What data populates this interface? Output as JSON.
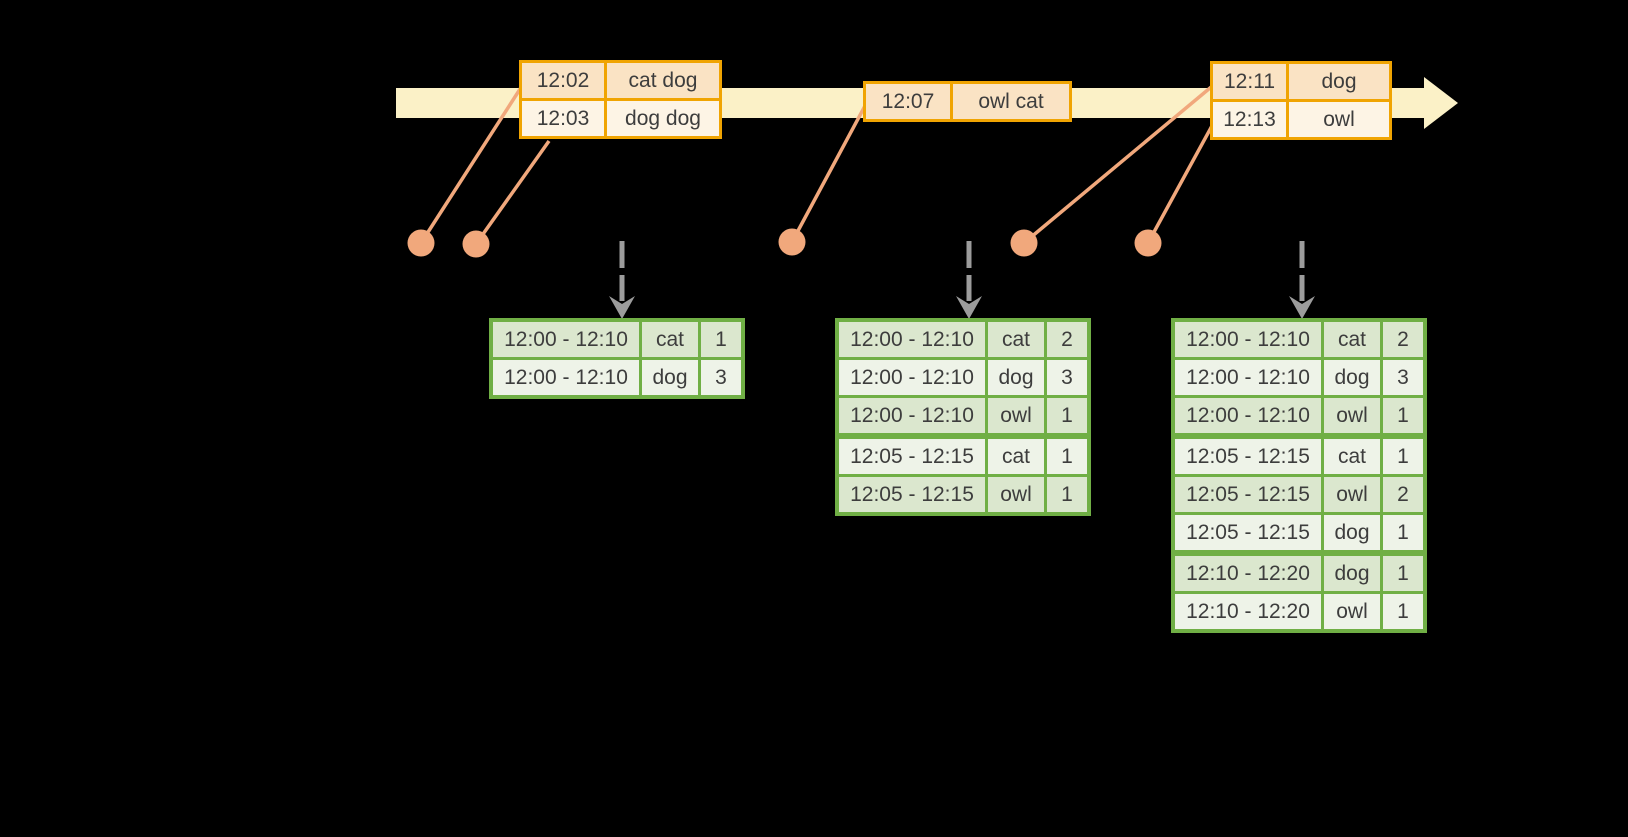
{
  "colors": {
    "background": "#000000",
    "timeline_fill": "#FBF1C7",
    "event_table_border": "#F0A402",
    "event_row_peach": "#FAE3C4",
    "event_row_cream": "#FDF4E5",
    "event_marker": "#F1A87C",
    "result_table_border": "#70AF45",
    "result_row_dark": "#DBE7CE",
    "result_row_light": "#EEF3E8",
    "trigger_arrow_gray": "#9C9C9C",
    "text": "#3D3D3D"
  },
  "event_tables": [
    {
      "rows": [
        {
          "time": "12:02",
          "words": "cat dog"
        },
        {
          "time": "12:03",
          "words": "dog dog"
        }
      ]
    },
    {
      "rows": [
        {
          "time": "12:07",
          "words": "owl cat"
        }
      ]
    },
    {
      "rows": [
        {
          "time": "12:11",
          "words": "dog"
        },
        {
          "time": "12:13",
          "words": "owl"
        }
      ]
    }
  ],
  "result_tables": [
    {
      "rows": [
        {
          "window": "12:00 - 12:10",
          "word": "cat",
          "count": "1"
        },
        {
          "window": "12:00 - 12:10",
          "word": "dog",
          "count": "3"
        }
      ]
    },
    {
      "rows": [
        {
          "window": "12:00 - 12:10",
          "word": "cat",
          "count": "2"
        },
        {
          "window": "12:00 - 12:10",
          "word": "dog",
          "count": "3"
        },
        {
          "window": "12:00 - 12:10",
          "word": "owl",
          "count": "1"
        },
        {
          "window": "12:05 - 12:15",
          "word": "cat",
          "count": "1"
        },
        {
          "window": "12:05 - 12:15",
          "word": "owl",
          "count": "1"
        }
      ]
    },
    {
      "rows": [
        {
          "window": "12:00 - 12:10",
          "word": "cat",
          "count": "2"
        },
        {
          "window": "12:00 - 12:10",
          "word": "dog",
          "count": "3"
        },
        {
          "window": "12:00 - 12:10",
          "word": "owl",
          "count": "1"
        },
        {
          "window": "12:05 - 12:15",
          "word": "cat",
          "count": "1"
        },
        {
          "window": "12:05 - 12:15",
          "word": "owl",
          "count": "2"
        },
        {
          "window": "12:05 - 12:15",
          "word": "dog",
          "count": "1"
        },
        {
          "window": "12:10 - 12:20",
          "word": "dog",
          "count": "1"
        },
        {
          "window": "12:10 - 12:20",
          "word": "owl",
          "count": "1"
        }
      ]
    }
  ]
}
